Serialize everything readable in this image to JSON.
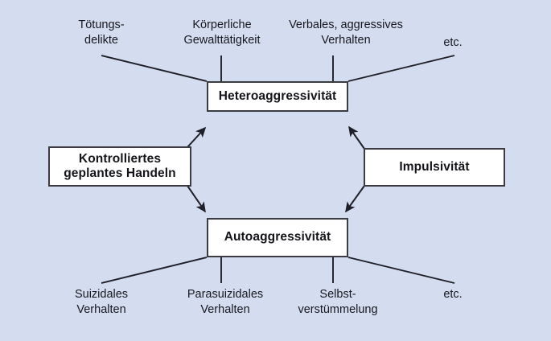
{
  "figure": {
    "background_color": "#d4ddef",
    "box_fill_color": "#ffffff",
    "box_border_color": "#3b3b42",
    "line_color": "#1f1f28",
    "text_color": "#14141a",
    "language": "de"
  },
  "nodes": {
    "hetero": {
      "label": "Heteroaggressivität"
    },
    "auto": {
      "label": "Autoaggressivität"
    },
    "kontrolliert": {
      "label": "Kontrolliertes\ngeplantes Handeln"
    },
    "impulsivitaet": {
      "label": "Impulsivität"
    }
  },
  "hetero_examples": [
    {
      "id": "toetungsdelikte",
      "label": "Tötungs-\ndelikte"
    },
    {
      "id": "koerperliche",
      "label": "Körperliche\nGewalttätigkeit"
    },
    {
      "id": "verbales",
      "label": "Verbales, aggressives\nVerhalten"
    },
    {
      "id": "etc_top",
      "label": "etc."
    }
  ],
  "auto_examples": [
    {
      "id": "suizidales",
      "label": "Suizidales\nVerhalten"
    },
    {
      "id": "parasuizidales",
      "label": "Parasuizidales\nVerhalten"
    },
    {
      "id": "selbst",
      "label": "Selbst-\nverstümmelung"
    },
    {
      "id": "etc_bottom",
      "label": "etc."
    }
  ],
  "connectors": {
    "arrow_kontrolliert_to_hetero": "Kontrolliertes geplantes Handeln → Heteroaggressivität",
    "arrow_kontrolliert_to_auto": "Kontrolliertes geplantes Handeln → Autoaggressivität",
    "arrow_impulsivitaet_to_hetero": "Impulsivität → Heteroaggressivität",
    "arrow_impulsivitaet_to_auto": "Impulsivität → Autoaggressivität"
  }
}
